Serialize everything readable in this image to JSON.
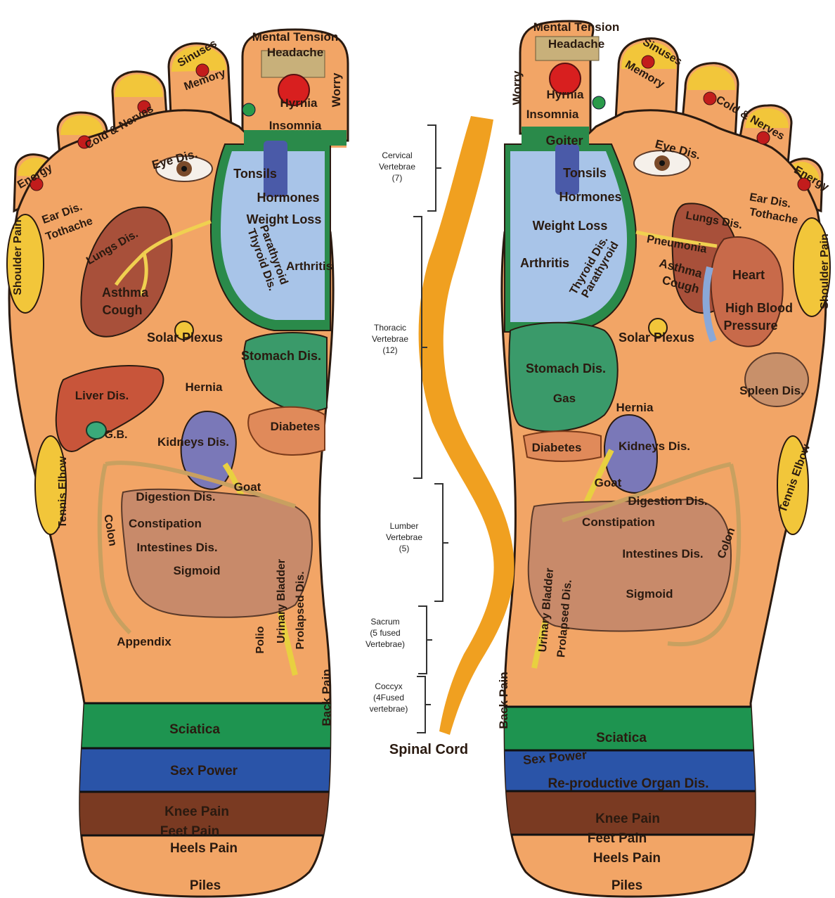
{
  "colors": {
    "skin": "#f2a566",
    "skin_edge": "#2a1a10",
    "sciatica": "#1e9450",
    "sex_power": "#2a54a8",
    "knee": "#7a3a22",
    "toe_tip": "#f2c63a",
    "thyroid_blue": "#a8c4e8",
    "thyroid_ring": "#2a8a4a",
    "lungs": "#a8503a",
    "liver": "#c8553a",
    "stomach": "#3a9a6a",
    "kidney": "#7a78b8",
    "intestine": "#c88a6a",
    "spine": "#f0a020"
  },
  "left_foot": {
    "labels": [
      {
        "text": "Mental Tension"
      },
      {
        "text": "Headache"
      },
      {
        "text": "Sinuses"
      },
      {
        "text": "Memory"
      },
      {
        "text": "Hyrnia"
      },
      {
        "text": "Worry"
      },
      {
        "text": "Insomnia"
      },
      {
        "text": "Cold & Nerves"
      },
      {
        "text": "Energy"
      },
      {
        "text": "Eye Dis."
      },
      {
        "text": "Ear Dis."
      },
      {
        "text": "Tothache"
      },
      {
        "text": "Tonsils"
      },
      {
        "text": "Hormones"
      },
      {
        "text": "Weight Loss"
      },
      {
        "text": "Thyroid Dis."
      },
      {
        "text": "Parathyroid"
      },
      {
        "text": "Arthritis"
      },
      {
        "text": "Lungs Dis."
      },
      {
        "text": "Asthma"
      },
      {
        "text": "Cough"
      },
      {
        "text": "Shoulder Pain"
      },
      {
        "text": "Solar Plexus"
      },
      {
        "text": "Stomach Dis."
      },
      {
        "text": "Hernia"
      },
      {
        "text": "Liver Dis."
      },
      {
        "text": "G.B."
      },
      {
        "text": "Diabetes"
      },
      {
        "text": "Kidneys Dis."
      },
      {
        "text": "Goat"
      },
      {
        "text": "Tennis Elbow"
      },
      {
        "text": "Colon"
      },
      {
        "text": "Digestion Dis."
      },
      {
        "text": "Constipation"
      },
      {
        "text": "Intestines Dis."
      },
      {
        "text": "Sigmoid"
      },
      {
        "text": "Urinary Bladder"
      },
      {
        "text": "Prolapsed Dis."
      },
      {
        "text": "Appendix"
      },
      {
        "text": "Polio"
      },
      {
        "text": "Back Pain"
      },
      {
        "text": "Sciatica"
      },
      {
        "text": "Sex Power"
      },
      {
        "text": "Knee Pain"
      },
      {
        "text": "Feet Pain"
      },
      {
        "text": "Heels Pain"
      },
      {
        "text": "Piles"
      }
    ]
  },
  "right_foot": {
    "labels": [
      {
        "text": "Mental Tension"
      },
      {
        "text": "Headache"
      },
      {
        "text": "Sinuses"
      },
      {
        "text": "Memory"
      },
      {
        "text": "Worry"
      },
      {
        "text": "Hyrnia"
      },
      {
        "text": "Insomnia"
      },
      {
        "text": "Cold & Nerves"
      },
      {
        "text": "Goiter"
      },
      {
        "text": "Eye Dis."
      },
      {
        "text": "Energy"
      },
      {
        "text": "Tonsils"
      },
      {
        "text": "Hormones"
      },
      {
        "text": "Ear Dis."
      },
      {
        "text": "Tothache"
      },
      {
        "text": "Weight Loss"
      },
      {
        "text": "Lungs Dis."
      },
      {
        "text": "Shoulder Pain"
      },
      {
        "text": "Pneumonia"
      },
      {
        "text": "Arthritis"
      },
      {
        "text": "Thyroid Dis."
      },
      {
        "text": "Parathyroid"
      },
      {
        "text": "Asthma"
      },
      {
        "text": "Cough"
      },
      {
        "text": "Heart"
      },
      {
        "text": "High Blood"
      },
      {
        "text": "Pressure"
      },
      {
        "text": "Solar Plexus"
      },
      {
        "text": "Stomach Dis."
      },
      {
        "text": "Spleen Dis."
      },
      {
        "text": "Gas"
      },
      {
        "text": "Hernia"
      },
      {
        "text": "Diabetes"
      },
      {
        "text": "Kidneys Dis."
      },
      {
        "text": "Goat"
      },
      {
        "text": "Tennis Elbow"
      },
      {
        "text": "Digestion Dis."
      },
      {
        "text": "Constipation"
      },
      {
        "text": "Colon"
      },
      {
        "text": "Intestines Dis."
      },
      {
        "text": "Urinary Bladder"
      },
      {
        "text": "Prolapsed Dis."
      },
      {
        "text": "Sigmoid"
      },
      {
        "text": "Back Pain"
      },
      {
        "text": "Sciatica"
      },
      {
        "text": "Sex Power"
      },
      {
        "text": "Re-productive Organ Dis."
      },
      {
        "text": "Knee Pain"
      },
      {
        "text": "Feet Pain"
      },
      {
        "text": "Heels Pain"
      },
      {
        "text": "Piles"
      }
    ]
  },
  "spine": {
    "title": "Spinal Cord",
    "sections": [
      {
        "lines": [
          "Cervical",
          "Vertebrae",
          "(7)"
        ]
      },
      {
        "lines": [
          "Thoracic",
          "Vertebrae",
          "(12)"
        ]
      },
      {
        "lines": [
          "Lumber",
          "Vertebrae",
          "(5)"
        ]
      },
      {
        "lines": [
          "Sacrum",
          "(5 fused",
          "Vertebrae)"
        ]
      },
      {
        "lines": [
          "Coccyx",
          "(4Fused",
          "vertebrae)"
        ]
      }
    ]
  }
}
